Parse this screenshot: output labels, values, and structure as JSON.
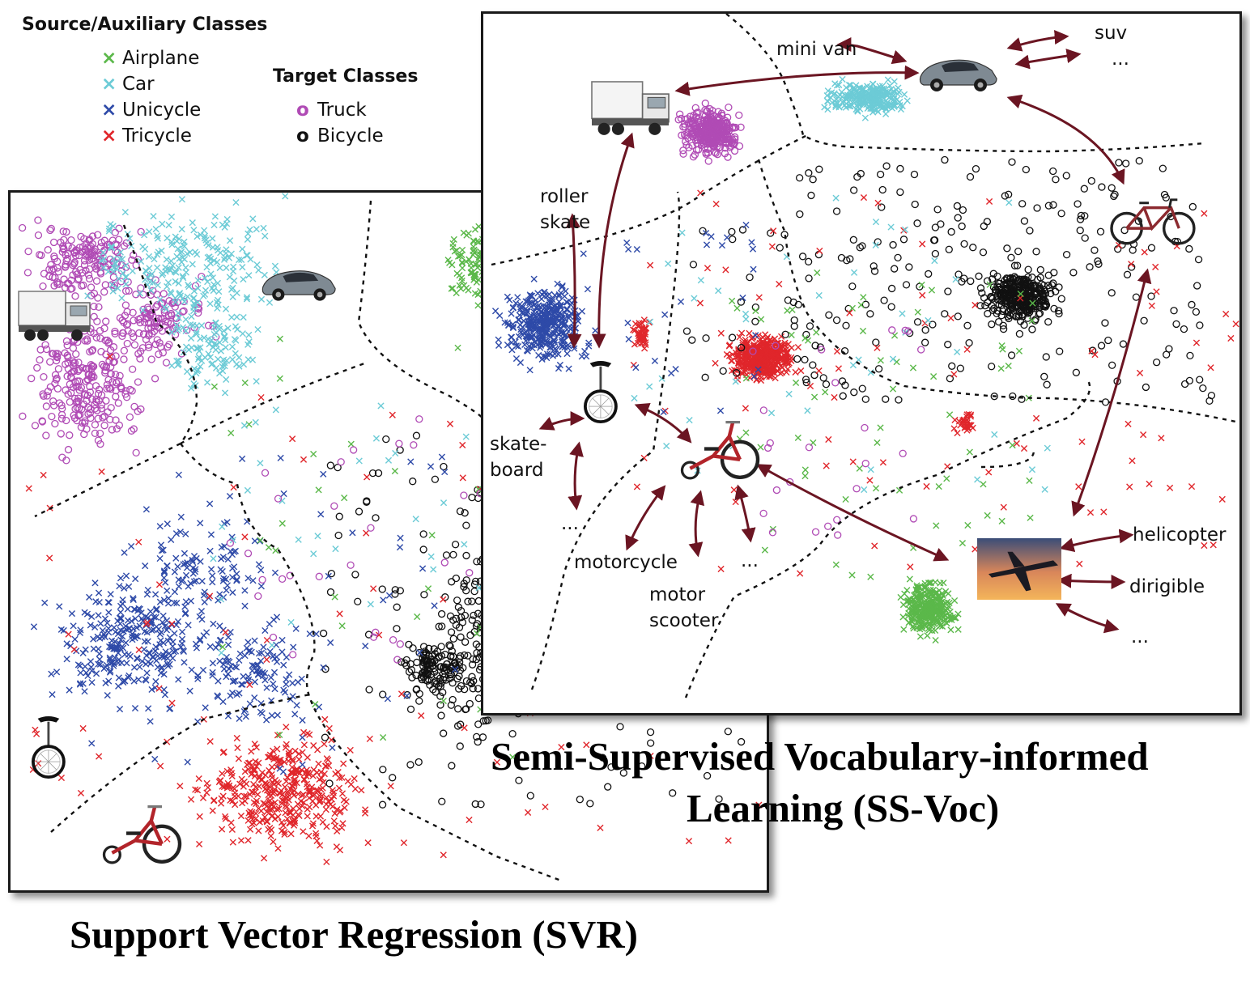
{
  "legend": {
    "source_title": "Source/Auxiliary Classes",
    "source_classes": [
      {
        "label": "Airplane",
        "marker": "×",
        "color": "#5bb84a"
      },
      {
        "label": "Car",
        "marker": "×",
        "color": "#6ccbd6"
      },
      {
        "label": "Unicycle",
        "marker": "×",
        "color": "#2e4aa8"
      },
      {
        "label": "Tricycle",
        "marker": "×",
        "color": "#e0262b"
      }
    ],
    "target_title": "Target Classes",
    "target_classes": [
      {
        "label": "Truck",
        "marker": "o",
        "color": "#b04bb5"
      },
      {
        "label": "Bicycle",
        "marker": "o",
        "color": "#111111"
      }
    ]
  },
  "panels": {
    "svr_title": "Support Vector Regression (SVR)",
    "ssvoc_title_line1": "Semi-Supervised Vocabulary-informed",
    "ssvoc_title_line2": "Learning (SS-Voc)"
  },
  "vocabulary": {
    "mini_van": "mini van",
    "suv": "suv",
    "suv_more": "...",
    "roller_skate_1": "roller",
    "roller_skate_2": "skate",
    "skateboard_1": "skate-",
    "skateboard_2": "board",
    "unicycle_more": "...",
    "motorcycle": "motorcycle",
    "motor_scooter_1": "motor",
    "motor_scooter_2": "scooter",
    "tricycle_more": "...",
    "helicopter": "helicopter",
    "dirigible": "dirigible",
    "airplane_more": "..."
  },
  "icons": [
    "truck-icon",
    "car-icon",
    "unicycle-icon",
    "tricycle-icon",
    "bicycle-icon",
    "airplane-icon"
  ],
  "colors": {
    "airplane": "#5bb84a",
    "car": "#6ccbd6",
    "unicycle": "#2e4aa8",
    "tricycle": "#e0262b",
    "truck": "#b04bb5",
    "bicycle": "#111111",
    "arrow": "#6b1522"
  }
}
